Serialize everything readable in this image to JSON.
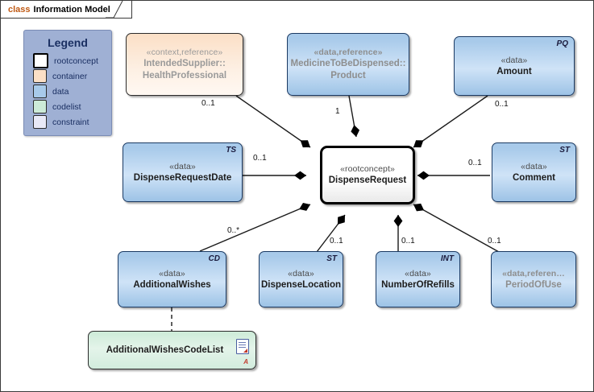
{
  "frame": {
    "keyword": "class",
    "name": "Information Model"
  },
  "legend": {
    "title": "Legend",
    "items": [
      {
        "label": "rootconcept",
        "color": "#ffffff",
        "kind": "root"
      },
      {
        "label": "container",
        "color": "#fbdfc6",
        "kind": "plain"
      },
      {
        "label": "data",
        "color": "#a8caea",
        "kind": "plain"
      },
      {
        "label": "codelist",
        "color": "#cdebd8",
        "kind": "plain"
      },
      {
        "label": "constraint",
        "color": "#e8e9f7",
        "kind": "plain"
      }
    ]
  },
  "nodes": {
    "health_professional": {
      "stereotype": "«context,reference»",
      "name_line1": "IntendedSupplier::",
      "name_line2": "HealthProfessional",
      "type_tag": ""
    },
    "product": {
      "stereotype": "«data,reference»",
      "name_line1": "MedicineToBeDispensed::",
      "name_line2": "Product",
      "type_tag": ""
    },
    "amount": {
      "stereotype": "«data»",
      "name_line1": "Amount",
      "type_tag": "PQ"
    },
    "dispense_request_date": {
      "stereotype": "«data»",
      "name_line1": "DispenseRequestDate",
      "type_tag": "TS"
    },
    "dispense_request": {
      "stereotype": "«rootconcept»",
      "name_line1": "DispenseRequest",
      "type_tag": ""
    },
    "comment": {
      "stereotype": "«data»",
      "name_line1": "Comment",
      "type_tag": "ST"
    },
    "additional_wishes": {
      "stereotype": "«data»",
      "name_line1": "AdditionalWishes",
      "type_tag": "CD"
    },
    "dispense_location": {
      "stereotype": "«data»",
      "name_line1": "DispenseLocation",
      "type_tag": "ST"
    },
    "number_of_refills": {
      "stereotype": "«data»",
      "name_line1": "NumberOfRefills",
      "type_tag": "INT"
    },
    "period_of_use": {
      "stereotype": "«data,referen…",
      "name_line1": "PeriodOfUse",
      "type_tag": ""
    },
    "additional_wishes_codelist": {
      "name_line1": "AdditionalWishesCodeList",
      "marker": "A"
    }
  },
  "multiplicities": {
    "health_professional": "0..1",
    "product": "1",
    "amount": "0..1",
    "dispense_request_date": "0..1",
    "comment": "0..1",
    "additional_wishes": "0..*",
    "dispense_location": "0..1",
    "number_of_refills": "0..1",
    "period_of_use": "0..1"
  }
}
